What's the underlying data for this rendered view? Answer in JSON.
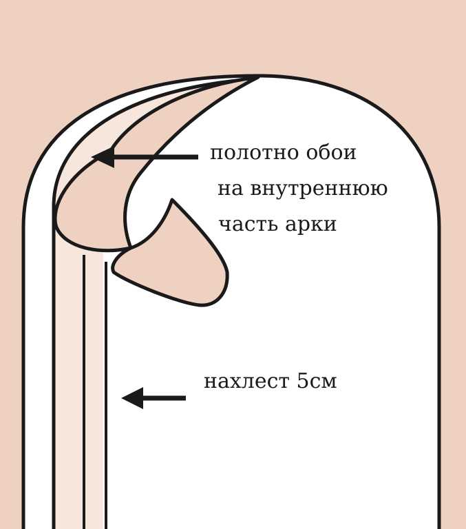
{
  "colors": {
    "background": "#efd1c1",
    "wall": "#ffffff",
    "inner_strip": "#f6e6dc",
    "outline": "#1a1a1a",
    "arrow": "#1a1a1a"
  },
  "labels": {
    "wallpaper_line1": "полотно обои",
    "wallpaper_line2": "на внутреннюю",
    "wallpaper_line3": "часть арки",
    "overlap": "нахлест 5см"
  }
}
